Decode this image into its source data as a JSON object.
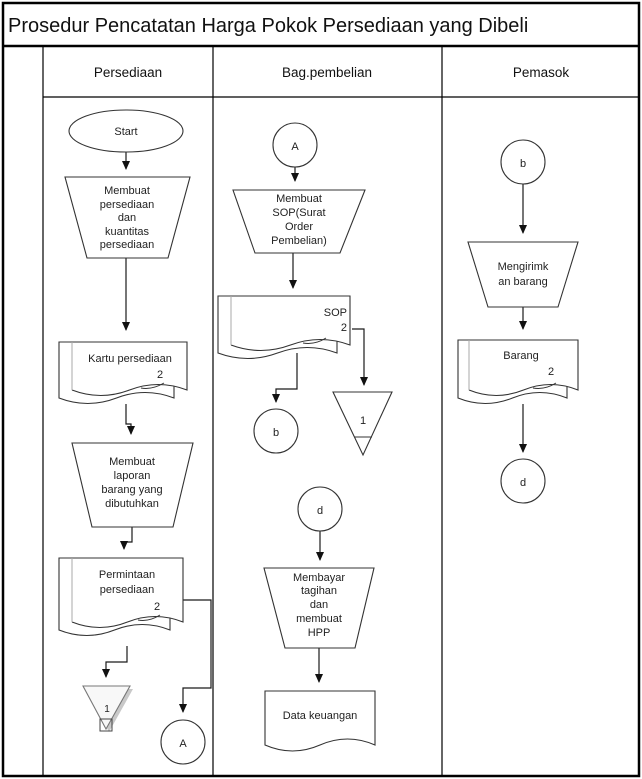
{
  "title": "Prosedur Pencatatan Harga Pokok Persediaan yang Dibeli",
  "columns": {
    "persediaan": "Persediaan",
    "bag_pembelian": "Bag.pembelian",
    "pemasok": "Pemasok"
  },
  "persediaan": {
    "start": "Start",
    "op1": [
      "Membuat",
      "persediaan",
      "dan",
      "kuantitas",
      "persediaan"
    ],
    "doc_kartu": {
      "label": "Kartu persediaan",
      "copy": "2"
    },
    "op2": [
      "Membuat",
      "laporan",
      "barang yang",
      "dibutuhkan"
    ],
    "doc_permintaan": {
      "line1": "Permintaan",
      "line2": "persediaan",
      "copy": "2"
    },
    "file_no": "1",
    "connector_a": "A"
  },
  "bag_pembelian": {
    "connector_a": "A",
    "op1": [
      "Membuat",
      "SOP(Surat",
      "Order",
      "Pembelian)"
    ],
    "doc_sop": {
      "label": "SOP",
      "copy": "2"
    },
    "connector_b": "b",
    "file_no": "1",
    "connector_d": "d",
    "op2": [
      "Membayar",
      "tagihan",
      "dan",
      "membuat",
      "HPP"
    ],
    "doc_keuangan": {
      "label": "Data keuangan"
    }
  },
  "pemasok": {
    "connector_b": "b",
    "op1": [
      "Mengirimk",
      "an barang"
    ],
    "doc_barang": {
      "label": "Barang",
      "copy": "2"
    },
    "connector_d": "d"
  },
  "colors": {
    "line": "#1a1a1a",
    "shadow": "#c9c9c9",
    "paper": "#ffffff"
  }
}
